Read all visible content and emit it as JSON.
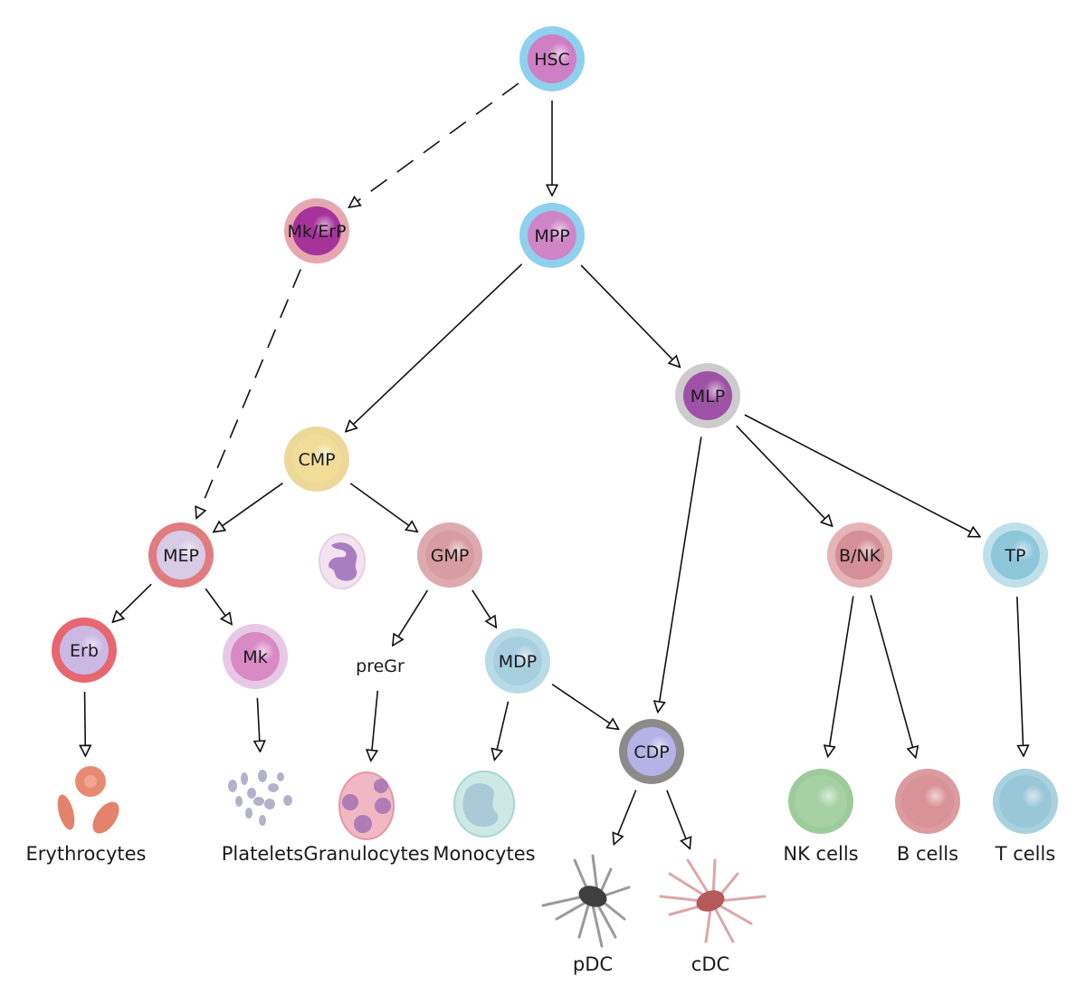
{
  "diagram": {
    "title": "Hematopoietic hierarchy",
    "nodes": [
      {
        "id": "HSC",
        "label": "HSC",
        "kind": "progenitor",
        "ring": "#8fd0ee",
        "core": "#cf7fc3"
      },
      {
        "id": "MkErP",
        "label": "Mk/ErP",
        "kind": "progenitor",
        "ring": "#e7a7b0",
        "core": "#a5339a"
      },
      {
        "id": "MPP",
        "label": "MPP",
        "kind": "progenitor",
        "ring": "#8fd0ee",
        "core": "#cf85c6"
      },
      {
        "id": "MLP",
        "label": "MLP",
        "kind": "progenitor",
        "ring": "#cfcacd",
        "core": "#9d52a6"
      },
      {
        "id": "CMP",
        "label": "CMP",
        "kind": "progenitor",
        "ring": "#ecd99a",
        "core": "#f2dd98"
      },
      {
        "id": "MEP",
        "label": "MEP",
        "kind": "progenitor",
        "ring": "#e07c80",
        "core": "#d7cbe6"
      },
      {
        "id": "GMP",
        "label": "GMP",
        "kind": "progenitor",
        "ring": "#ddaaae",
        "core": "#d79da2"
      },
      {
        "id": "Erb",
        "label": "Erb",
        "kind": "progenitor",
        "ring": "#e8666f",
        "core": "#cbb9e4"
      },
      {
        "id": "Mk",
        "label": "Mk",
        "kind": "progenitor",
        "ring": "#e7c9e6",
        "core": "#d989c4"
      },
      {
        "id": "preGr",
        "label": "preGr",
        "kind": "text-only"
      },
      {
        "id": "MDP",
        "label": "MDP",
        "kind": "progenitor",
        "ring": "#b9dbe8",
        "core": "#a7cfe0"
      },
      {
        "id": "CDP",
        "label": "CDP",
        "kind": "progenitor",
        "ring": "#8d8a8a",
        "core": "#b4b2e6"
      },
      {
        "id": "BNK",
        "label": "B/NK",
        "kind": "progenitor",
        "ring": "#e6b3b6",
        "core": "#d58f96"
      },
      {
        "id": "TP",
        "label": "TP",
        "kind": "progenitor",
        "ring": "#bfe0ea",
        "core": "#8ec6da"
      },
      {
        "id": "Erythrocytes",
        "label": "Erythrocytes",
        "kind": "mature"
      },
      {
        "id": "Platelets",
        "label": "Platelets",
        "kind": "mature"
      },
      {
        "id": "Granulocytes",
        "label": "Granulocytes",
        "kind": "mature"
      },
      {
        "id": "Monocytes",
        "label": "Monocytes",
        "kind": "mature"
      },
      {
        "id": "pDC",
        "label": "pDC",
        "kind": "mature"
      },
      {
        "id": "cDC",
        "label": "cDC",
        "kind": "mature"
      },
      {
        "id": "NKcells",
        "label": "NK cells",
        "kind": "mature"
      },
      {
        "id": "Bcells",
        "label": "B cells",
        "kind": "mature"
      },
      {
        "id": "Tcells",
        "label": "T cells",
        "kind": "mature"
      }
    ],
    "edges": [
      {
        "from": "HSC",
        "to": "MkErP",
        "style": "dashed"
      },
      {
        "from": "HSC",
        "to": "MPP",
        "style": "solid"
      },
      {
        "from": "MkErP",
        "to": "MEP",
        "style": "dashed"
      },
      {
        "from": "MPP",
        "to": "CMP",
        "style": "solid"
      },
      {
        "from": "MPP",
        "to": "MLP",
        "style": "solid"
      },
      {
        "from": "CMP",
        "to": "MEP",
        "style": "solid"
      },
      {
        "from": "CMP",
        "to": "GMP",
        "style": "solid"
      },
      {
        "from": "MEP",
        "to": "Erb",
        "style": "solid"
      },
      {
        "from": "MEP",
        "to": "Mk",
        "style": "solid"
      },
      {
        "from": "GMP",
        "to": "preGr",
        "style": "solid"
      },
      {
        "from": "GMP",
        "to": "MDP",
        "style": "solid"
      },
      {
        "from": "MLP",
        "to": "CDP",
        "style": "solid"
      },
      {
        "from": "MLP",
        "to": "BNK",
        "style": "solid"
      },
      {
        "from": "MLP",
        "to": "TP",
        "style": "solid"
      },
      {
        "from": "Erb",
        "to": "Erythrocytes",
        "style": "solid"
      },
      {
        "from": "Mk",
        "to": "Platelets",
        "style": "solid"
      },
      {
        "from": "preGr",
        "to": "Granulocytes",
        "style": "solid"
      },
      {
        "from": "MDP",
        "to": "Monocytes",
        "style": "solid"
      },
      {
        "from": "MDP",
        "to": "CDP",
        "style": "solid"
      },
      {
        "from": "CDP",
        "to": "pDC",
        "style": "solid"
      },
      {
        "from": "CDP",
        "to": "cDC",
        "style": "solid"
      },
      {
        "from": "BNK",
        "to": "NKcells",
        "style": "solid"
      },
      {
        "from": "BNK",
        "to": "Bcells",
        "style": "solid"
      },
      {
        "from": "TP",
        "to": "Tcells",
        "style": "solid"
      }
    ],
    "illustrations": [
      {
        "id": "neutrophil-illustration",
        "depicts": "segmented-nucleus granulocyte beside GMP"
      }
    ]
  }
}
